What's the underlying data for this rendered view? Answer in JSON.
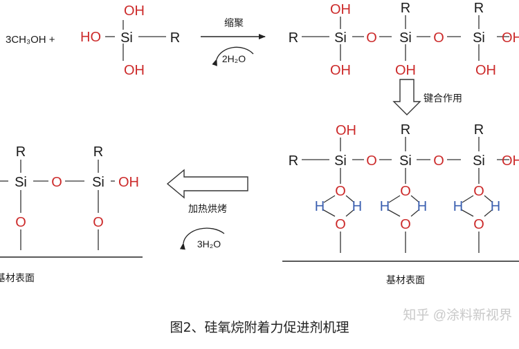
{
  "colors": {
    "oxygen": "#cc2a2a",
    "hydrogen": "#3a5fb0",
    "text": "#1a1a1a",
    "watermark": "#c9c9c9"
  },
  "reaction": {
    "reagent_prefix": "3CH₃OH +",
    "silanetriol": {
      "oh_top": "OH",
      "oh_left": "HO",
      "si": "Si",
      "r": "R",
      "oh_bottom": "OH"
    },
    "condensation_label": "缩聚",
    "water_released": "2H₂O"
  },
  "oligomer": {
    "r_left": "R",
    "si": "Si",
    "o": "O",
    "oh": "OH",
    "r": "R"
  },
  "bonding": {
    "label": "键合作用",
    "h": "H",
    "substrate_label": "基材表面"
  },
  "curing": {
    "label": "加热烘烤",
    "water_released": "3H₂O",
    "substrate_label": "基材表面"
  },
  "watermark": "知乎 @涂料新视界",
  "caption": "图2、硅氧烷附着力促进剂机理"
}
